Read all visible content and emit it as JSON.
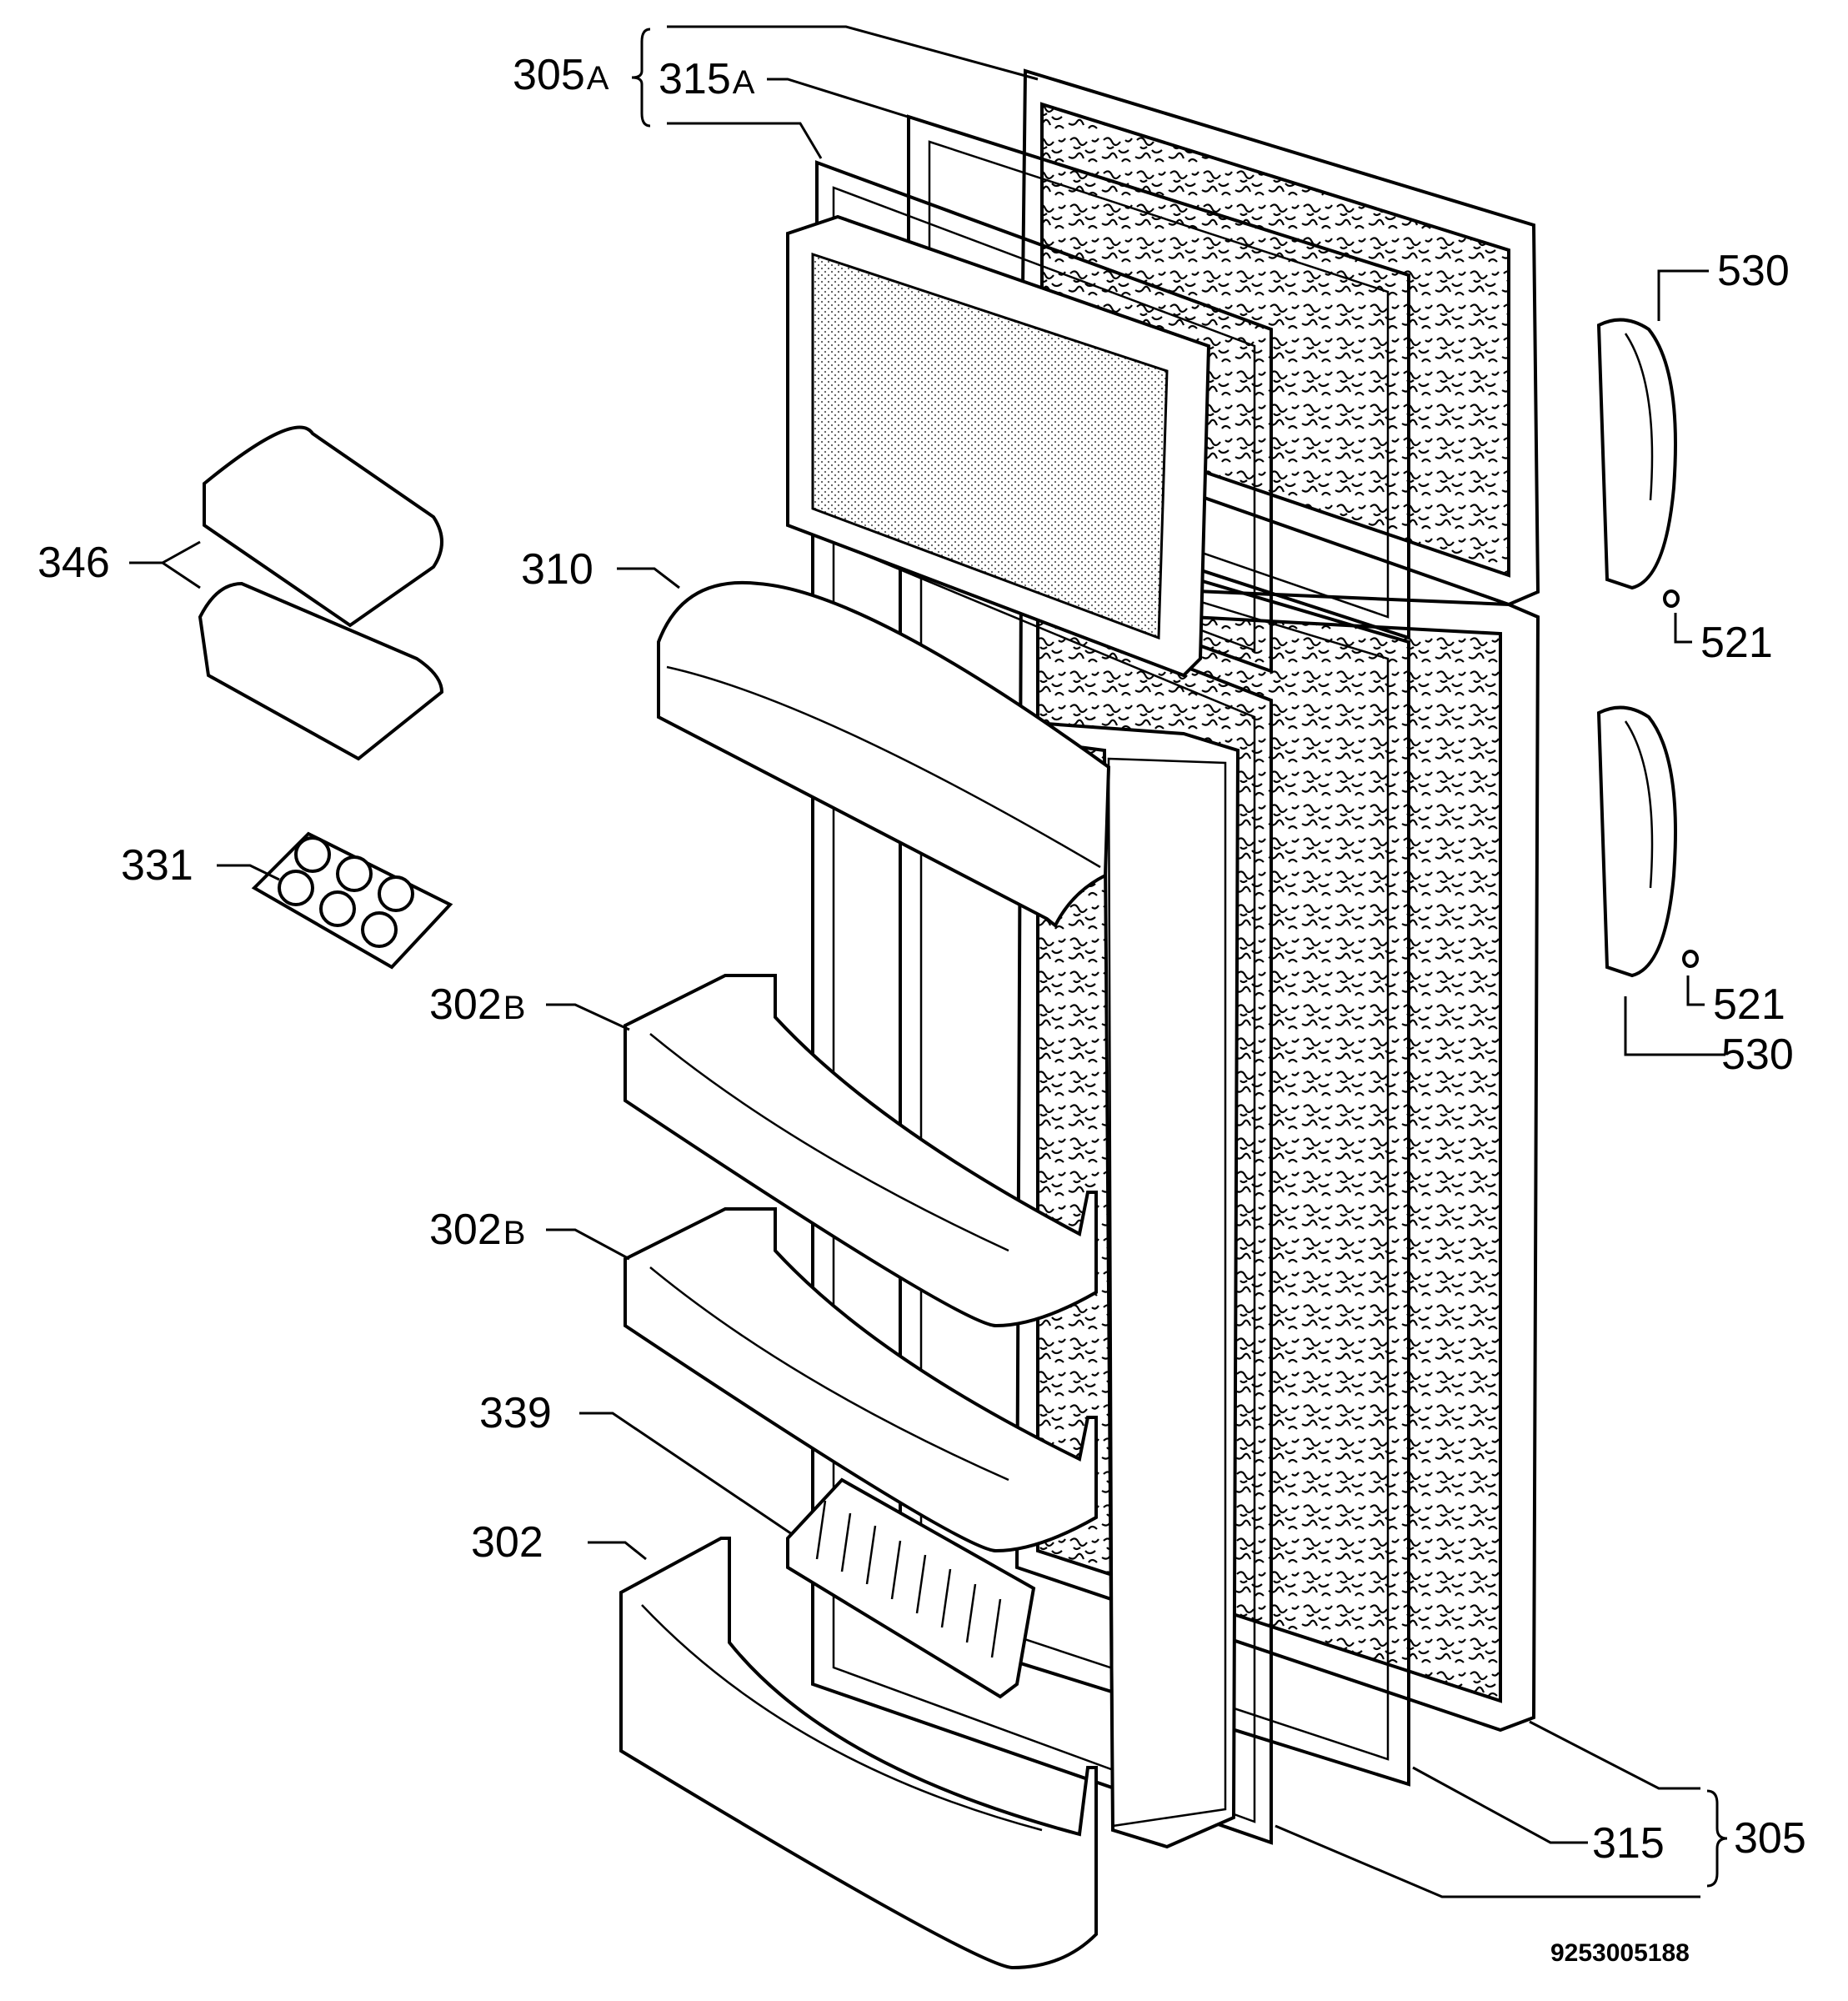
{
  "labels": {
    "p305A": {
      "num": "305",
      "suffix": "A"
    },
    "p315A": {
      "num": "315",
      "suffix": "A"
    },
    "p530a": {
      "num": "530"
    },
    "p521a": {
      "num": "521"
    },
    "p346": {
      "num": "346"
    },
    "p310": {
      "num": "310"
    },
    "p331": {
      "num": "331"
    },
    "p302Ba": {
      "num": "302",
      "suffix": "B"
    },
    "p302Bb": {
      "num": "302",
      "suffix": "B"
    },
    "p521b": {
      "num": "521"
    },
    "p530b": {
      "num": "530"
    },
    "p339": {
      "num": "339"
    },
    "p302": {
      "num": "302"
    },
    "p315": {
      "num": "315"
    },
    "p305": {
      "num": "305"
    }
  },
  "drawing_code": "9253005188"
}
